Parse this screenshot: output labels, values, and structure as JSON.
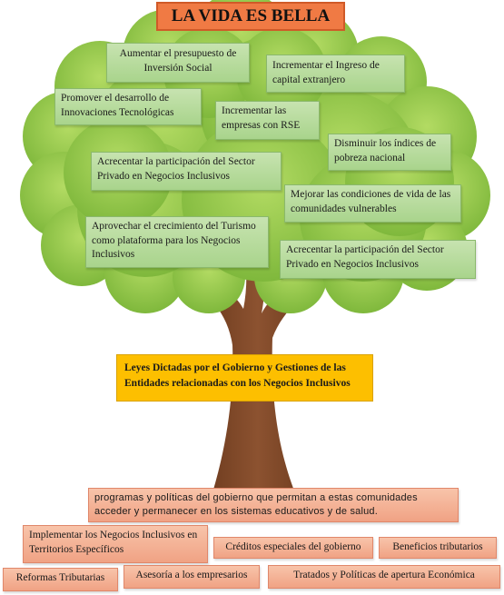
{
  "title": "LA VIDA ES BELLA",
  "leaves": [
    {
      "id": "aumentar-presupuesto",
      "text": "Aumentar el presupuesto de Inversión Social"
    },
    {
      "id": "incrementar-ingreso",
      "text": "Incrementar el Ingreso de capital extranjero"
    },
    {
      "id": "promover-innovaciones",
      "text": "Promover el desarrollo de Innovaciones Tecnológicas"
    },
    {
      "id": "incrementar-empresas",
      "text": "Incrementar las empresas con RSE"
    },
    {
      "id": "disminuir-pobreza",
      "text": "Disminuir los índices de pobreza nacional"
    },
    {
      "id": "acrecentar-sector-1",
      "text": "Acrecentar la participación del Sector Privado en Negocios Inclusivos"
    },
    {
      "id": "mejorar-condiciones",
      "text": "Mejorar las condiciones de vida de las comunidades vulnerables"
    },
    {
      "id": "aprovechar-turismo",
      "text": "Aprovechar el crecimiento del Turismo como plataforma para los Negocios Inclusivos"
    },
    {
      "id": "acrecentar-sector-2",
      "text": "Acrecentar la participación del Sector Privado en Negocios Inclusivos"
    }
  ],
  "trunk_text": "Leyes Dictadas por el Gobierno y Gestiones de las Entidades relacionadas con los Negocios Inclusivos",
  "roots": [
    {
      "id": "programas-politicas",
      "text": "programas y políticas del gobierno que permitan a estas comunidades acceder y permanecer en los sistemas educativos y de salud."
    },
    {
      "id": "implementar-negocios",
      "text": "Implementar los Negocios Inclusivos en Territorios Específicos"
    },
    {
      "id": "creditos-especiales",
      "text": "Créditos especiales del gobierno"
    },
    {
      "id": "beneficios-tributarios",
      "text": "Beneficios tributarios"
    },
    {
      "id": "reformas-tributarias",
      "text": "Reformas Tributarias"
    },
    {
      "id": "asesoria-empresarios",
      "text": "Asesoría a los empresarios"
    },
    {
      "id": "tratados-politicas",
      "text": "Tratados y Políticas de apertura Económica"
    }
  ],
  "colors": {
    "foliage": "#8fc44a",
    "foliage_light": "#a9d45c",
    "trunk": "#7a4424",
    "title_bg": "#f07a44",
    "trunk_box": "#fdbf00",
    "leaf_box": "#b9dc9c",
    "root_box": "#f4b496"
  }
}
